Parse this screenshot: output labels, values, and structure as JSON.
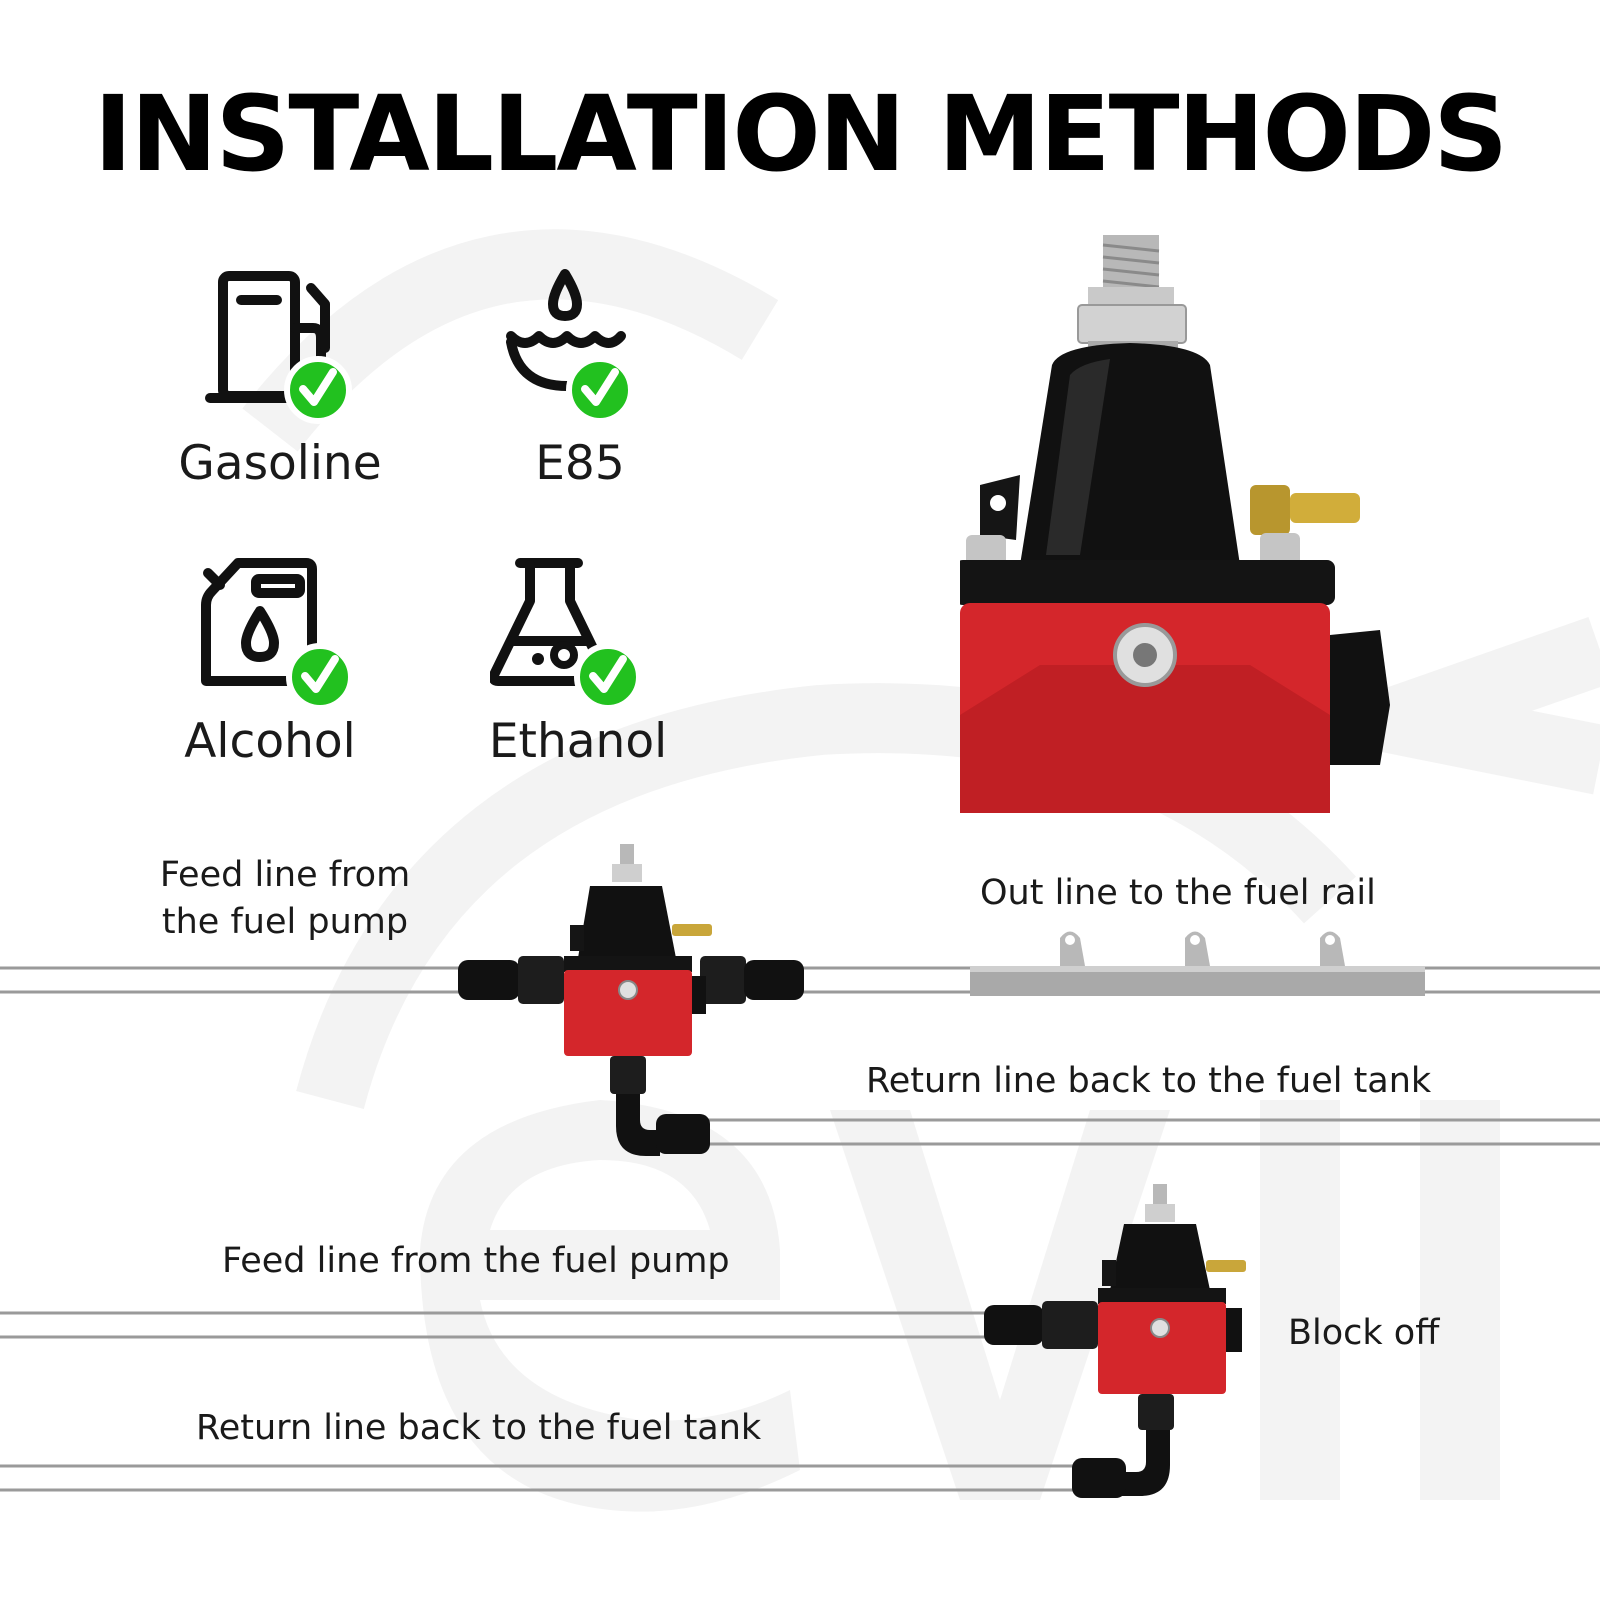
{
  "title": "INSTALLATION METHODS",
  "fuels": [
    {
      "label": "Gasoline",
      "icon": "fuel-pump-icon"
    },
    {
      "label": "E85",
      "icon": "water-drop-icon"
    },
    {
      "label": "Alcohol",
      "icon": "jerry-can-icon"
    },
    {
      "label": "Ethanol",
      "icon": "flask-icon"
    }
  ],
  "diagram1": {
    "feed_line": "Feed line from the fuel pump",
    "out_line": "Out line to the fuel rail",
    "return_line": "Return line back to the fuel tank"
  },
  "diagram2": {
    "feed_line": "Feed line from the fuel pump",
    "block_off": "Block off",
    "return_line": "Return line back to the fuel tank"
  },
  "colors": {
    "check_badge": "#22c11f",
    "regulator_red": "#d4262b",
    "regulator_black": "#111111",
    "line_gray": "#9a9a9a",
    "watermark": "#f4f4f4"
  }
}
